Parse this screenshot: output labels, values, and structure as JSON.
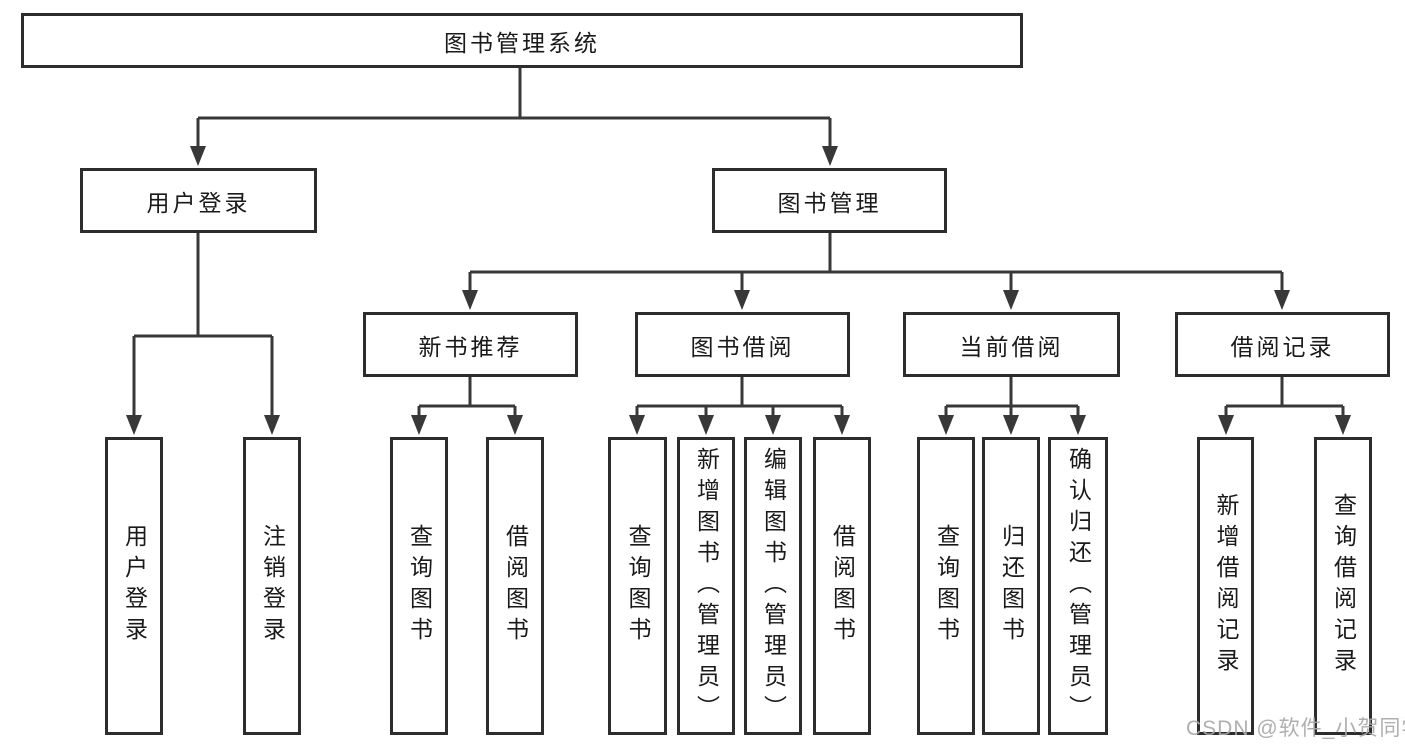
{
  "root": {
    "label": "图书管理系统"
  },
  "level2": [
    {
      "label": "用户登录"
    },
    {
      "label": "图书管理"
    }
  ],
  "level3": [
    {
      "label": "新书推荐"
    },
    {
      "label": "图书借阅"
    },
    {
      "label": "当前借阅"
    },
    {
      "label": "借阅记录"
    }
  ],
  "leaves": {
    "userLogin": [
      {
        "label": "用户登录"
      },
      {
        "label": "注销登录"
      }
    ],
    "newBook": [
      {
        "label": "查询图书"
      },
      {
        "label": "借阅图书"
      }
    ],
    "bookBorrow": [
      {
        "label": "查询图书"
      },
      {
        "label": "新增图书（管理员）"
      },
      {
        "label": "编辑图书（管理员）"
      },
      {
        "label": "借阅图书"
      }
    ],
    "currentBorrow": [
      {
        "label": "查询图书"
      },
      {
        "label": "归还图书"
      },
      {
        "label": "确认归还（管理员）"
      }
    ],
    "borrowRecord": [
      {
        "label": "新增借阅记录"
      },
      {
        "label": "查询借阅记录"
      }
    ]
  },
  "watermark": {
    "text": "CSDN @软件_小贺同学"
  },
  "colors": {
    "line": "#383838",
    "border": "#2d2d2d",
    "text": "#1a1a1a",
    "watermark": "#a8a8a8",
    "background": "#ffffff"
  }
}
